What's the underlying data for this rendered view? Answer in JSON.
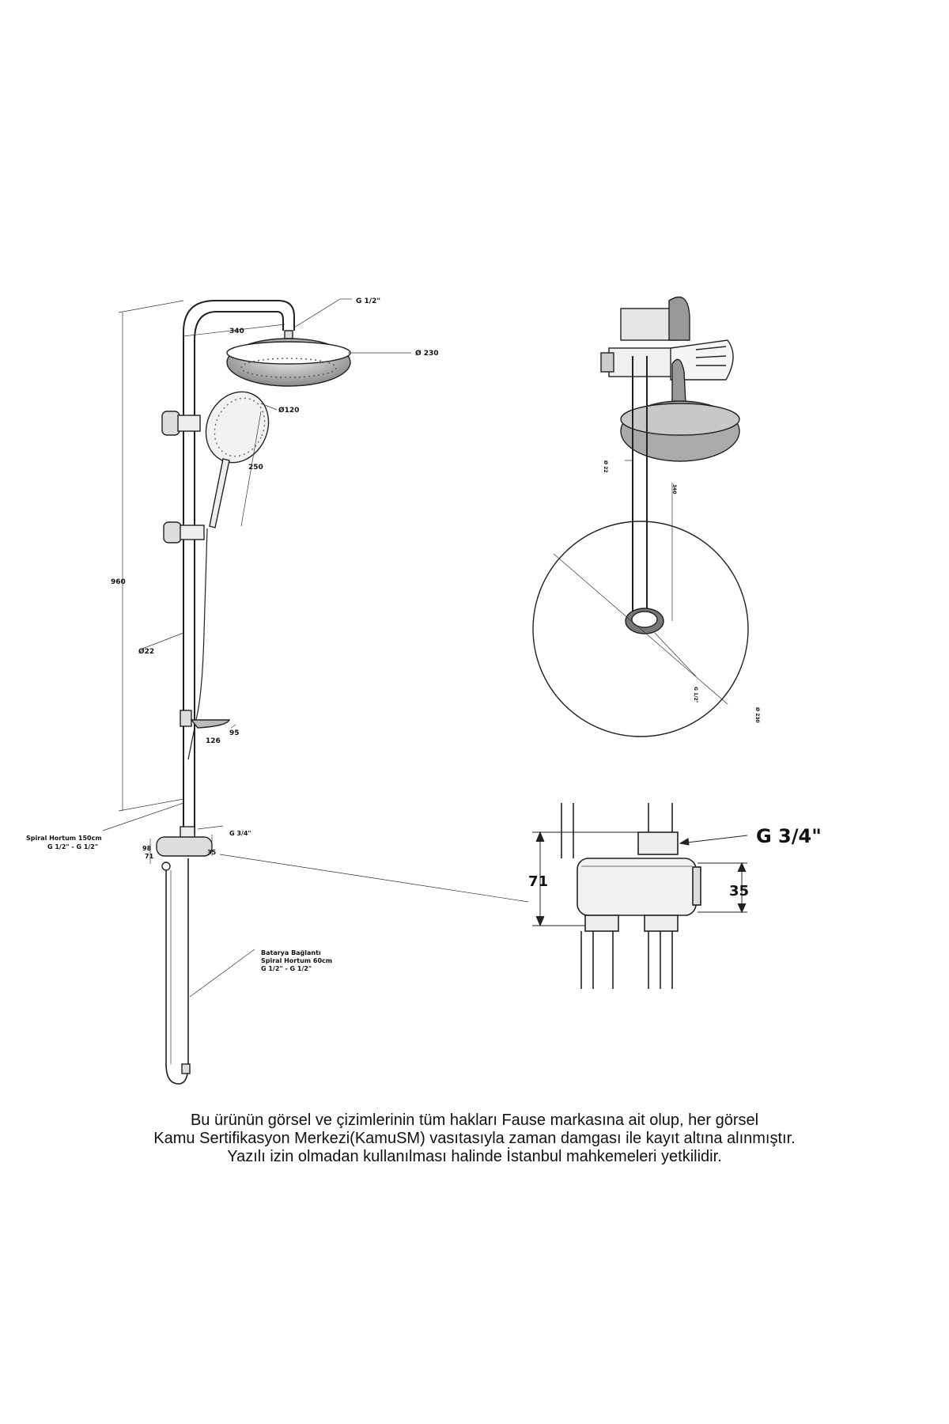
{
  "labels": {
    "g_half_top": "G 1/2\"",
    "head_length": "340",
    "head_diameter": "Ø 230",
    "hand_diameter": "Ø120",
    "hand_length": "250",
    "height": "960",
    "pipe_diameter": "Ø22",
    "shelf_depth": "95",
    "shelf_width": "126",
    "hose_main_line1": "Spiral Hortum 150cm",
    "hose_main_line2": "G 1/2\" - G 1/2\"",
    "mixer_98": "98",
    "mixer_71": "71",
    "mixer_35": "35",
    "mixer_g34": "G 3/4\"",
    "battery_line1": "Batarya Bağlantı",
    "battery_line2": "Spiral Hortum 60cm",
    "battery_line3": "G 1/2\" - G 1/2\"",
    "top_pipe": "Ø 22",
    "top_length": "340",
    "top_g12": "G 1/2\"",
    "top_d230": "Ø 230",
    "detail_g34": "G 3/4\"",
    "detail_71": "71",
    "detail_35": "35"
  },
  "caption": {
    "line1": "Bu ürünün görsel ve çizimlerinin tüm hakları Fause markasına ait olup, her görsel",
    "line2": "Kamu Sertifikasyon Merkezi(KamuSM) vasıtasıyla zaman damgası ile kayıt altına alınmıştır.",
    "line3": "Yazılı izin olmadan kullanılması halinde İstanbul mahkemeleri yetkilidir."
  }
}
